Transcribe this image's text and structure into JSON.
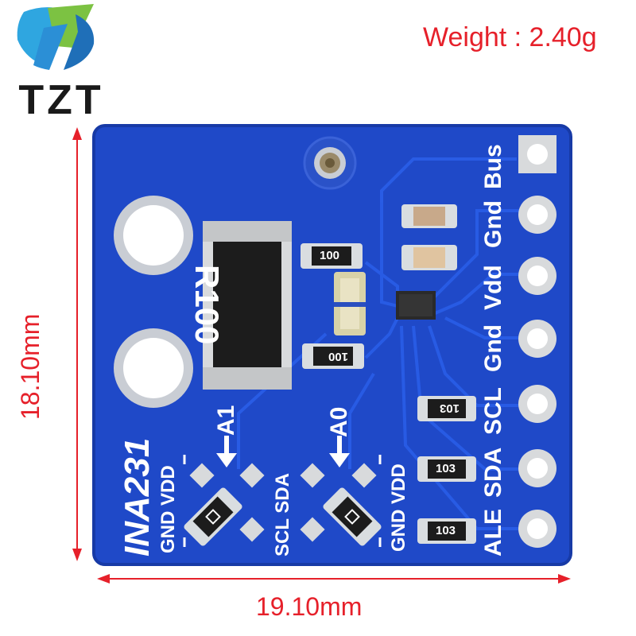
{
  "brand": {
    "logo_text": "TZT"
  },
  "spec": {
    "weight": "Weight : 2.40g",
    "height": "18.10mm",
    "width": "19.10mm"
  },
  "board": {
    "chip_name": "INA231",
    "resistor_main": "R100",
    "resistor_100_a": "100",
    "resistor_100_b": "100",
    "resistor_103_a": "103",
    "resistor_103_b": "103",
    "resistor_103_c": "103",
    "jumper_a1": "A1",
    "jumper_a0": "A0",
    "label_gnd_vdd_left": "GND VDD",
    "label_scl_sda": "SCL SDA",
    "label_gnd_vdd_right": "GND VDD",
    "pin_labels": [
      "Bus",
      "Gnd",
      "Vdd",
      "Gnd",
      "SCL",
      "SDA",
      "ALE"
    ]
  },
  "colors": {
    "pcb": "#1f49c8",
    "accent": "#e6202a"
  }
}
